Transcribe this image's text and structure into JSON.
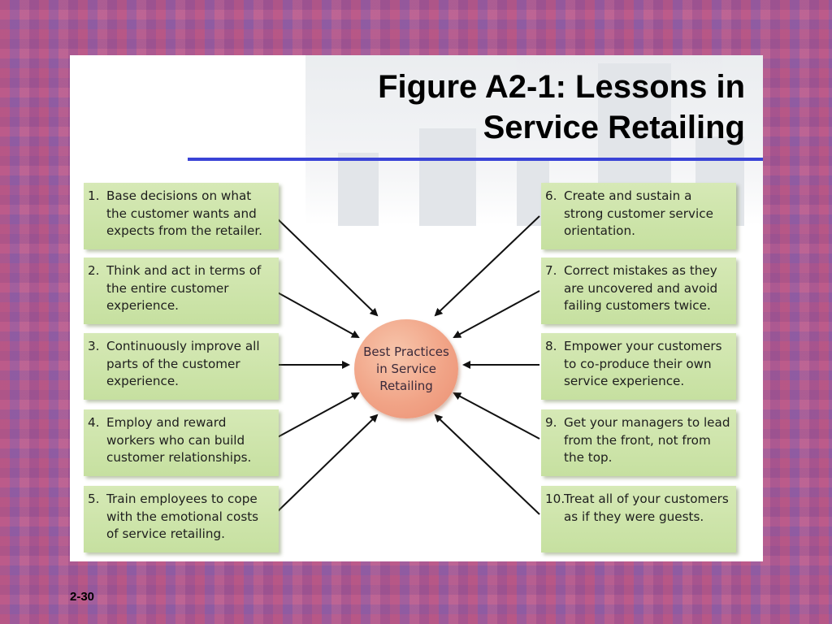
{
  "title_line1": "Figure A2-1: Lessons in",
  "title_line2": "Service Retailing",
  "hub_label": "Best Practices in Service Retailing",
  "slide_number": "2-30",
  "colors": {
    "box": "#c6e0a0",
    "hub": "#f1a487",
    "rule": "#3a43d6",
    "arrow": "#111111"
  },
  "lessons": [
    {
      "num": "1.",
      "text": "Base decisions on what the customer wants and expects from the retailer."
    },
    {
      "num": "2.",
      "text": "Think and act in terms of the entire customer experience."
    },
    {
      "num": "3.",
      "text": "Continuously improve all parts of the customer experience."
    },
    {
      "num": "4.",
      "text": "Employ and reward workers who can build customer relationships."
    },
    {
      "num": "5.",
      "text": "Train employees to cope with the emotional costs of service retailing."
    },
    {
      "num": "6.",
      "text": "Create and sustain a strong customer service orientation."
    },
    {
      "num": "7.",
      "text": "Correct mistakes as they are uncovered and avoid failing customers twice."
    },
    {
      "num": "8.",
      "text": "Empower your customers to co-produce their own service experience."
    },
    {
      "num": "9.",
      "text": "Get your managers to lead from the front, not from the top."
    },
    {
      "num": "10.",
      "text": "Treat all of your customers as if they were guests."
    }
  ]
}
